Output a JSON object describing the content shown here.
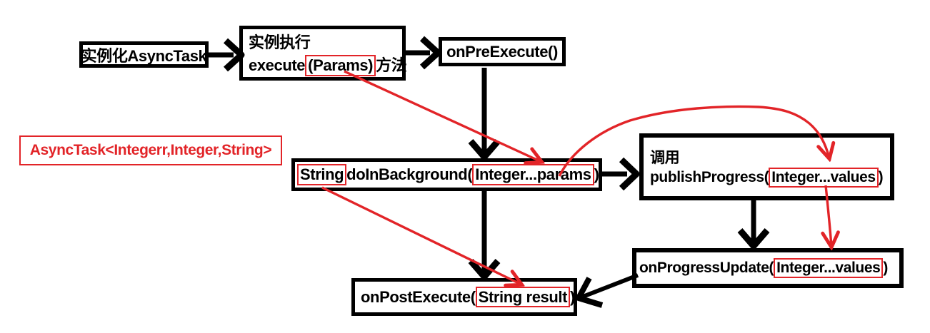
{
  "colors": {
    "black": "#000000",
    "red": "#e22428",
    "background": "#ffffff"
  },
  "diagram": {
    "nodes": {
      "instantiate": {
        "label": "实例化AsyncTask"
      },
      "execute": {
        "line1": "实例执行",
        "line2_pre": "execute",
        "line2_boxed": "(Params)",
        "line2_post": "方法"
      },
      "on_pre_execute": {
        "label": "onPreExecute()"
      },
      "generic_label": {
        "text": "AsyncTask<Integerr,Integer,String>"
      },
      "do_in_background": {
        "return_boxed": "String",
        "mid": " doInBackground(",
        "params_boxed": "Integer...params",
        "post": ")"
      },
      "publish_progress": {
        "line1": "调用",
        "pre": "publishProgress(",
        "boxed": "Integer...values",
        "post": ")"
      },
      "on_progress_update": {
        "pre": "onProgressUpdate(",
        "boxed": "Integer...values",
        "post": ")"
      },
      "on_post_execute": {
        "pre": "onPostExecute(",
        "boxed": "String result",
        "post": ")"
      }
    },
    "edges": [
      "instantiate -> execute",
      "execute -> onPreExecute",
      "onPreExecute -> doInBackground",
      "doInBackground -> publishProgress",
      "publishProgress -> onProgressUpdate",
      "doInBackground -> onPostExecute",
      "onProgressUpdate -> onPostExecute",
      "Params -> Integer...params (red)",
      "doInBackground -> publishProgress Integer...values (red curve)",
      "publishProgress values -> onProgressUpdate values (red)",
      "String -> String result (red)"
    ]
  }
}
